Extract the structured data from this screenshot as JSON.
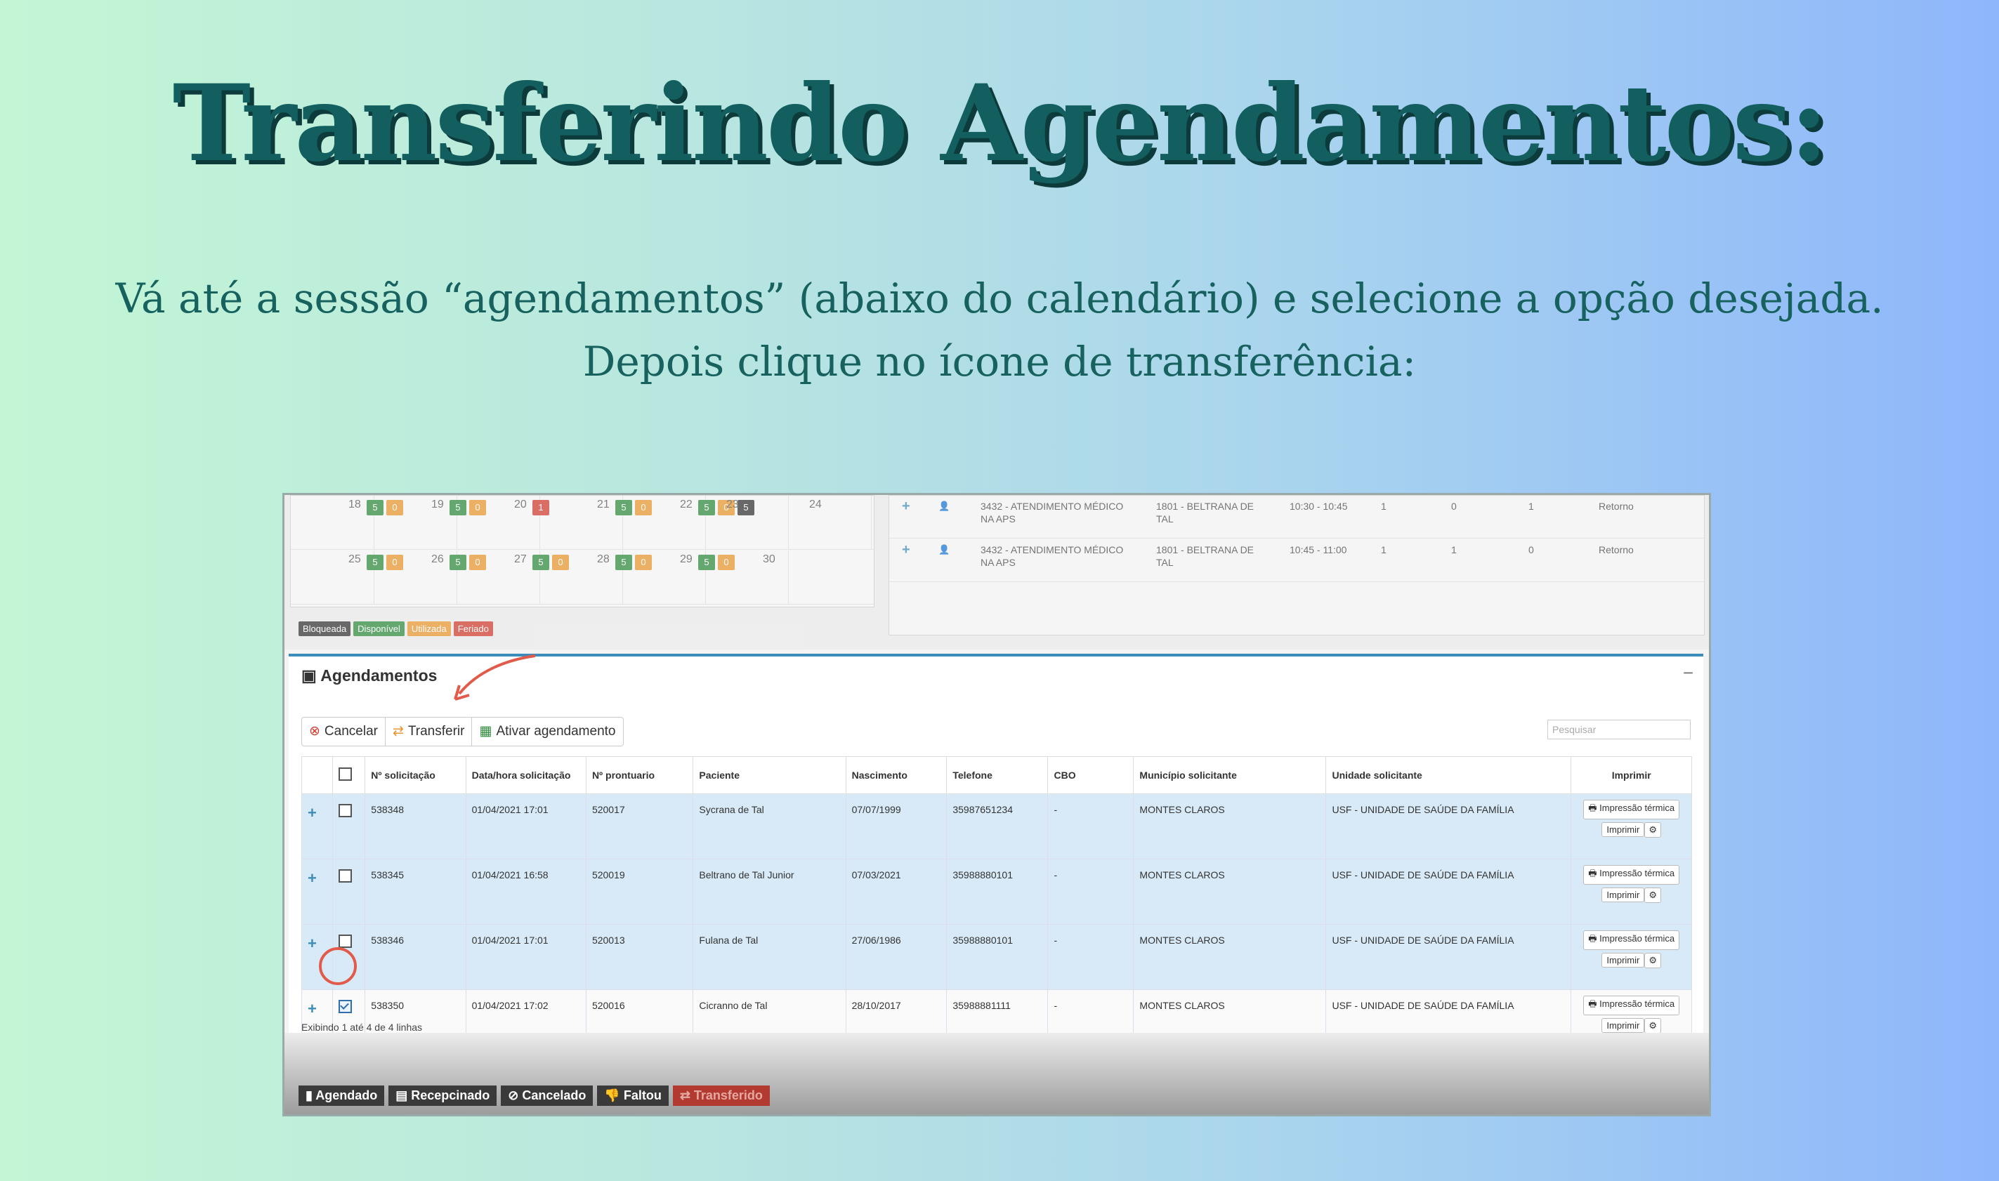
{
  "title": "Transferindo  Agendamentos:",
  "instructions": "Vá até a sessão “agendamentos” (abaixo do calendário) e selecione a opção desejada. Depois clique no ícone de transferência:",
  "calendar": {
    "week1": [
      {
        "day": "18",
        "badges": [
          {
            "v": "5",
            "c": "g"
          },
          {
            "v": "0",
            "c": "o"
          }
        ]
      },
      {
        "day": "19",
        "badges": [
          {
            "v": "5",
            "c": "g"
          },
          {
            "v": "0",
            "c": "o"
          }
        ]
      },
      {
        "day": "20",
        "badges": [
          {
            "v": "1",
            "c": "r"
          }
        ]
      },
      {
        "day": "21",
        "badges": [
          {
            "v": "5",
            "c": "g"
          },
          {
            "v": "0",
            "c": "o"
          }
        ]
      },
      {
        "day": "22",
        "badges": [
          {
            "v": "5",
            "c": "g"
          },
          {
            "v": "0",
            "c": "o"
          },
          {
            "v": "5",
            "c": "k"
          }
        ]
      },
      {
        "day": "23",
        "badges": []
      },
      {
        "day": "24",
        "badges": []
      }
    ],
    "week2": [
      {
        "day": "25",
        "badges": [
          {
            "v": "5",
            "c": "g"
          },
          {
            "v": "0",
            "c": "o"
          }
        ]
      },
      {
        "day": "26",
        "badges": [
          {
            "v": "5",
            "c": "g"
          },
          {
            "v": "0",
            "c": "o"
          }
        ]
      },
      {
        "day": "27",
        "badges": [
          {
            "v": "5",
            "c": "g"
          },
          {
            "v": "0",
            "c": "o"
          }
        ]
      },
      {
        "day": "28",
        "badges": [
          {
            "v": "5",
            "c": "g"
          },
          {
            "v": "0",
            "c": "o"
          }
        ]
      },
      {
        "day": "29",
        "badges": [
          {
            "v": "5",
            "c": "g"
          },
          {
            "v": "0",
            "c": "o"
          }
        ]
      },
      {
        "day": "30",
        "badges": []
      }
    ],
    "legend": [
      "Bloqueada",
      "Disponível",
      "Utilizada",
      "Feriado"
    ]
  },
  "slots": [
    {
      "proc": "3432 - ATENDIMENTO MÉDICO NA APS",
      "prof": "1801 - BELTRANA DE TAL",
      "time": "10:30 - 10:45",
      "a": "1",
      "b": "0",
      "c": "1",
      "tipo": "Retorno"
    },
    {
      "proc": "3432 - ATENDIMENTO MÉDICO NA APS",
      "prof": "1801 - BELTRANA DE TAL",
      "time": "10:45 - 11:00",
      "a": "1",
      "b": "1",
      "c": "0",
      "tipo": "Retorno"
    }
  ],
  "panel": {
    "title": "Agendamentos",
    "toolbar": {
      "cancel": "Cancelar",
      "transfer": "Transferir",
      "activate": "Ativar agendamento"
    },
    "search_placeholder": "Pesquisar",
    "columns": [
      "Nº solicitação",
      "Data/hora solicitação",
      "Nº prontuario",
      "Paciente",
      "Nascimento",
      "Telefone",
      "CBO",
      "Município solicitante",
      "Unidade solicitante",
      "Imprimir"
    ],
    "rows": [
      {
        "sol": "538348",
        "data": "01/04/2021 17:01",
        "pront": "520017",
        "paciente": "Sycrana de Tal",
        "nasc": "07/07/1999",
        "tel": "35987651234",
        "cbo": "-",
        "mun": "MONTES CLAROS",
        "uni": "USF - UNIDADE DE SAÚDE DA FAMÍLIA",
        "checked": false
      },
      {
        "sol": "538345",
        "data": "01/04/2021 16:58",
        "pront": "520019",
        "paciente": "Beltrano de Tal Junior",
        "nasc": "07/03/2021",
        "tel": "35988880101",
        "cbo": "-",
        "mun": "MONTES CLAROS",
        "uni": "USF - UNIDADE DE SAÚDE DA FAMÍLIA",
        "checked": false
      },
      {
        "sol": "538346",
        "data": "01/04/2021 17:01",
        "pront": "520013",
        "paciente": "Fulana de Tal",
        "nasc": "27/06/1986",
        "tel": "35988880101",
        "cbo": "-",
        "mun": "MONTES CLAROS",
        "uni": "USF - UNIDADE DE SAÚDE DA FAMÍLIA",
        "checked": false
      },
      {
        "sol": "538350",
        "data": "01/04/2021 17:02",
        "pront": "520016",
        "paciente": "Cicranno de Tal",
        "nasc": "28/10/2017",
        "tel": "35988881111",
        "cbo": "-",
        "mun": "MONTES CLAROS",
        "uni": "USF - UNIDADE DE SAÚDE DA FAMÍLIA",
        "checked": true
      }
    ],
    "print_thermal": "Impressão térmica",
    "print": "Imprimir",
    "footer_count": "Exibindo 1 até 4 de 4 linhas"
  },
  "status_bar": [
    "Agendado",
    "Recepcinado",
    "Cancelado",
    "Faltou",
    "Transferido"
  ]
}
